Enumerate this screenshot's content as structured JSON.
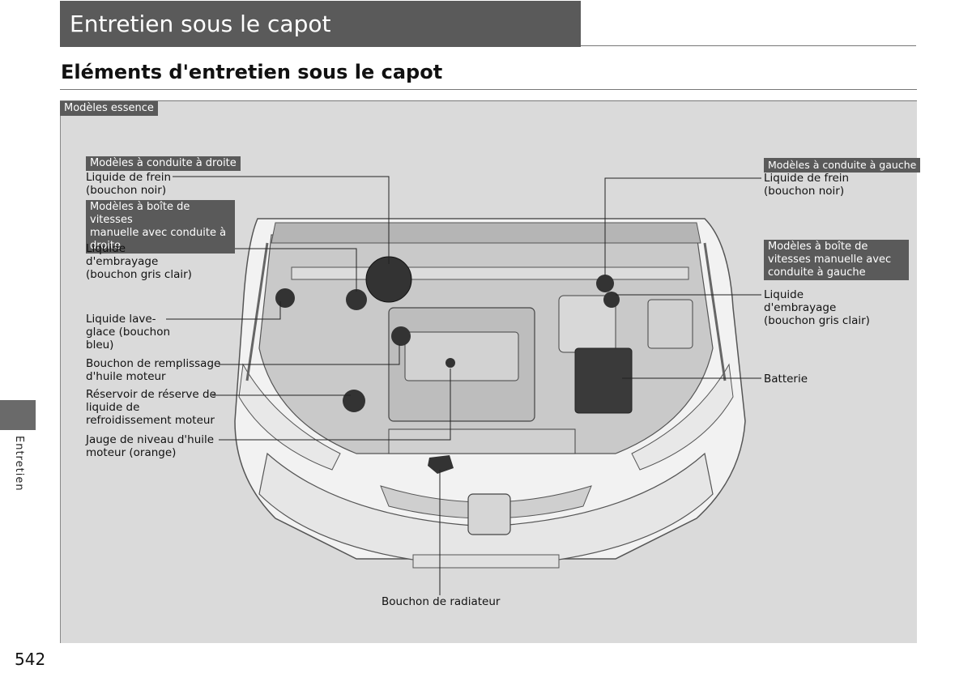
{
  "header": {
    "chapter_title": "Entretien sous le capot"
  },
  "section": {
    "title": "Eléments d'entretien sous le capot"
  },
  "panel": {
    "badge": "Modèles essence"
  },
  "left": {
    "badge_rhd": "Modèles à conduite à droite",
    "brake_fluid": [
      "Liquide de frein",
      "(bouchon noir)"
    ],
    "badge_manual_rhd": [
      "Modèles à boîte de vitesses",
      "manuelle avec conduite à",
      "droite"
    ],
    "clutch_fluid": [
      "Liquide",
      "d'embrayage",
      "(bouchon gris clair)"
    ],
    "washer_fluid": [
      "Liquide lave-",
      "glace (bouchon",
      "bleu)"
    ],
    "oil_filler": [
      "Bouchon de remplissage",
      "d'huile moteur"
    ],
    "coolant_reserve": [
      "Réservoir de réserve de",
      "liquide de",
      "refroidissement moteur"
    ],
    "dipstick": [
      "Jauge de niveau d'huile",
      "moteur (orange)"
    ]
  },
  "right": {
    "badge_lhd": "Modèles à conduite à gauche",
    "brake_fluid": [
      "Liquide de frein",
      "(bouchon noir)"
    ],
    "badge_manual_lhd": [
      "Modèles à boîte de",
      "vitesses manuelle avec",
      "conduite à gauche"
    ],
    "clutch_fluid": [
      "Liquide",
      "d'embrayage",
      "(bouchon gris clair)"
    ],
    "battery": "Batterie"
  },
  "bottom": {
    "radiator_cap": "Bouchon de radiateur"
  },
  "sidebar": {
    "section": "Entretien"
  },
  "footer": {
    "page_number": "542"
  }
}
